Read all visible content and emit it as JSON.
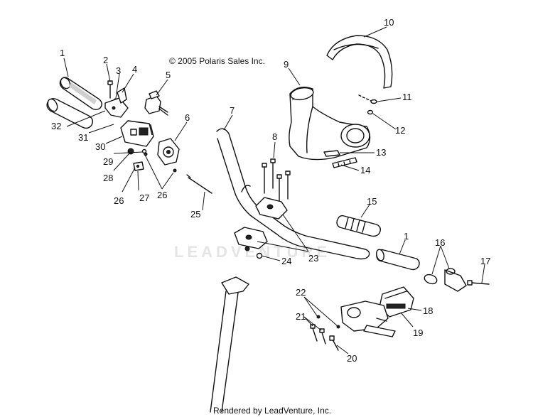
{
  "copyright": "© 2005 Polaris Sales Inc.",
  "watermark": "LEADVENTURE",
  "footer": "Rendered by LeadVenture, Inc.",
  "callouts": {
    "c1a": "1",
    "c2": "2",
    "c3": "3",
    "c4": "4",
    "c5": "5",
    "c6": "6",
    "c7": "7",
    "c8": "8",
    "c9": "9",
    "c10": "10",
    "c11": "11",
    "c12": "12",
    "c13": "13",
    "c14": "14",
    "c15": "15",
    "c1b": "1",
    "c16": "16",
    "c17": "17",
    "c18": "18",
    "c19": "19",
    "c20": "20",
    "c21": "21",
    "c22": "22",
    "c23": "23",
    "c24": "24",
    "c25": "25",
    "c26a": "26",
    "c26b": "26",
    "c27": "27",
    "c28": "28",
    "c29": "29",
    "c30": "30",
    "c31": "31",
    "c32": "32"
  }
}
